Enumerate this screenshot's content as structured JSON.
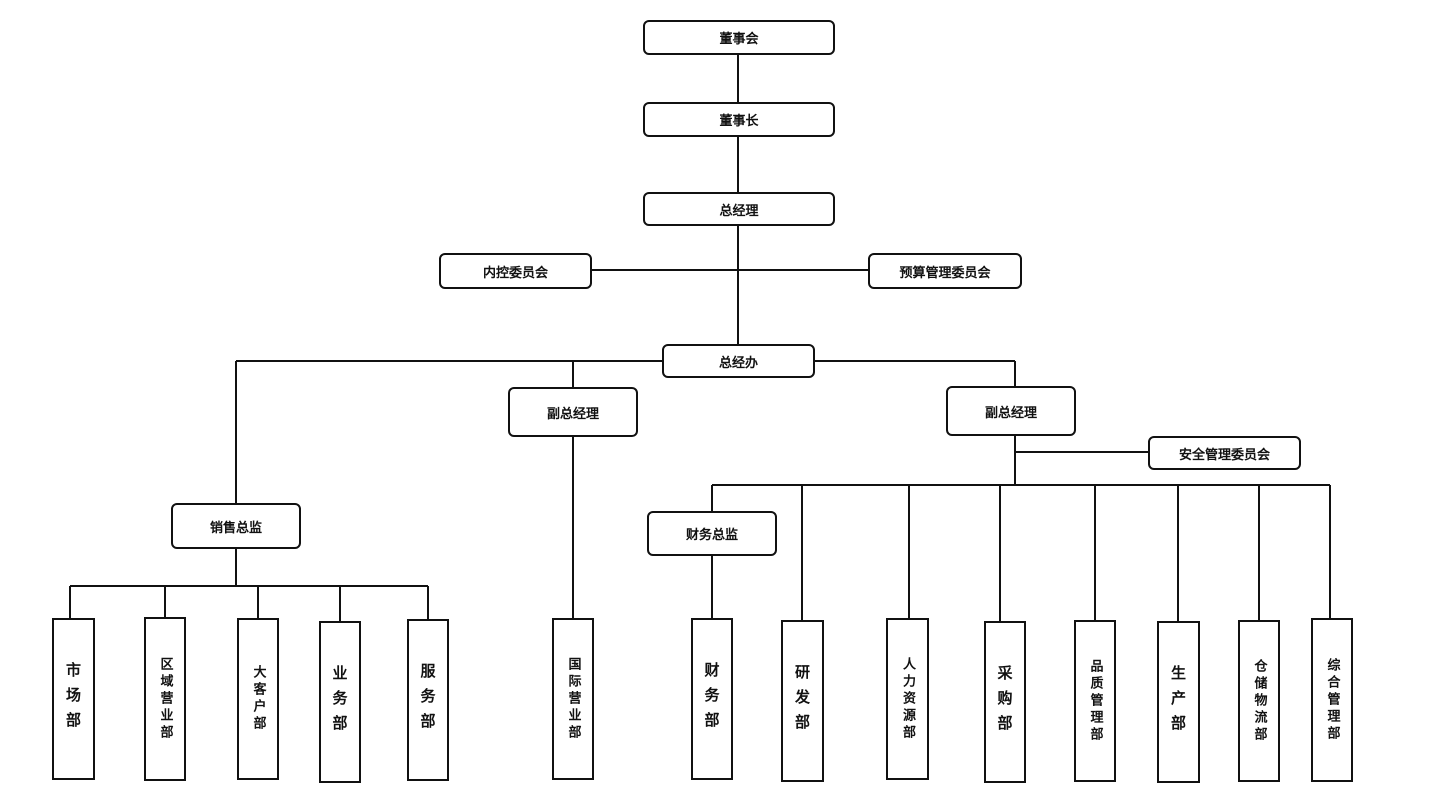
{
  "nodes": {
    "board": "董事会",
    "chairman": "董事长",
    "gm": "总经理",
    "internal_control": "内控委员会",
    "budget_committee": "预算管理委员会",
    "gm_office": "总经办",
    "vgm_left": "副总经理",
    "vgm_right": "副总经理",
    "safety_committee": "安全管理委员会",
    "sales_director": "销售总监",
    "finance_director": "财务总监"
  },
  "departments": {
    "market": "市场部",
    "regional_sales": "区域营业部",
    "key_accounts": "大客户部",
    "business": "业务部",
    "service": "服务部",
    "international": "国际营业部",
    "finance": "财务部",
    "rnd": "研发部",
    "hr": "人力资源部",
    "procurement": "采购部",
    "quality": "品质管理部",
    "production": "生产部",
    "logistics": "仓储物流部",
    "general_admin": "综合管理部"
  }
}
